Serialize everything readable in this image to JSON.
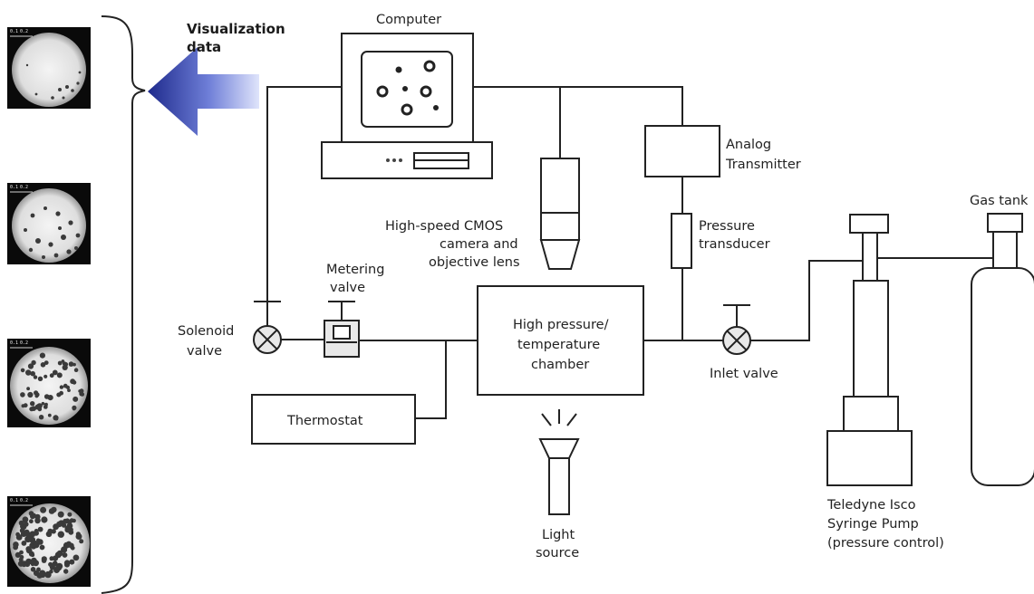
{
  "labels": {
    "computer": "Computer",
    "visualization_line1": "Visualization",
    "visualization_line2": "data",
    "analog_line1": "Analog",
    "analog_line2": "Transmitter",
    "camera_line1": "High-speed CMOS",
    "camera_line2": "camera and",
    "camera_line3": "objective lens",
    "pressure_line1": "Pressure",
    "pressure_line2": "transducer",
    "gas_tank": "Gas tank",
    "metering_line1": "Metering",
    "metering_line2": "valve",
    "solenoid_line1": "Solenoid",
    "solenoid_line2": "valve",
    "chamber_line1": "High pressure/",
    "chamber_line2": "temperature",
    "chamber_line3": "chamber",
    "inlet_valve": "Inlet valve",
    "thermostat": "Thermostat",
    "light_line1": "Light",
    "light_line2": "source",
    "pump_line1": "Teledyne Isco",
    "pump_line2": "Syringe Pump",
    "pump_line3": "(pressure control)"
  },
  "thumbnails": [
    {
      "scale_a": "0.1",
      "scale_b": "0.2"
    },
    {
      "scale_a": "0.1",
      "scale_b": "0.2"
    },
    {
      "scale_a": "0.1",
      "scale_b": "0.2"
    },
    {
      "scale_a": "0.1",
      "scale_b": "0.2"
    }
  ],
  "colors": {
    "arrow_dark": "#1e2a8c",
    "arrow_light": "#dfe4fb",
    "line": "#222222",
    "panel_black": "#0a0a0a",
    "droplet": "#3a3a3a"
  }
}
